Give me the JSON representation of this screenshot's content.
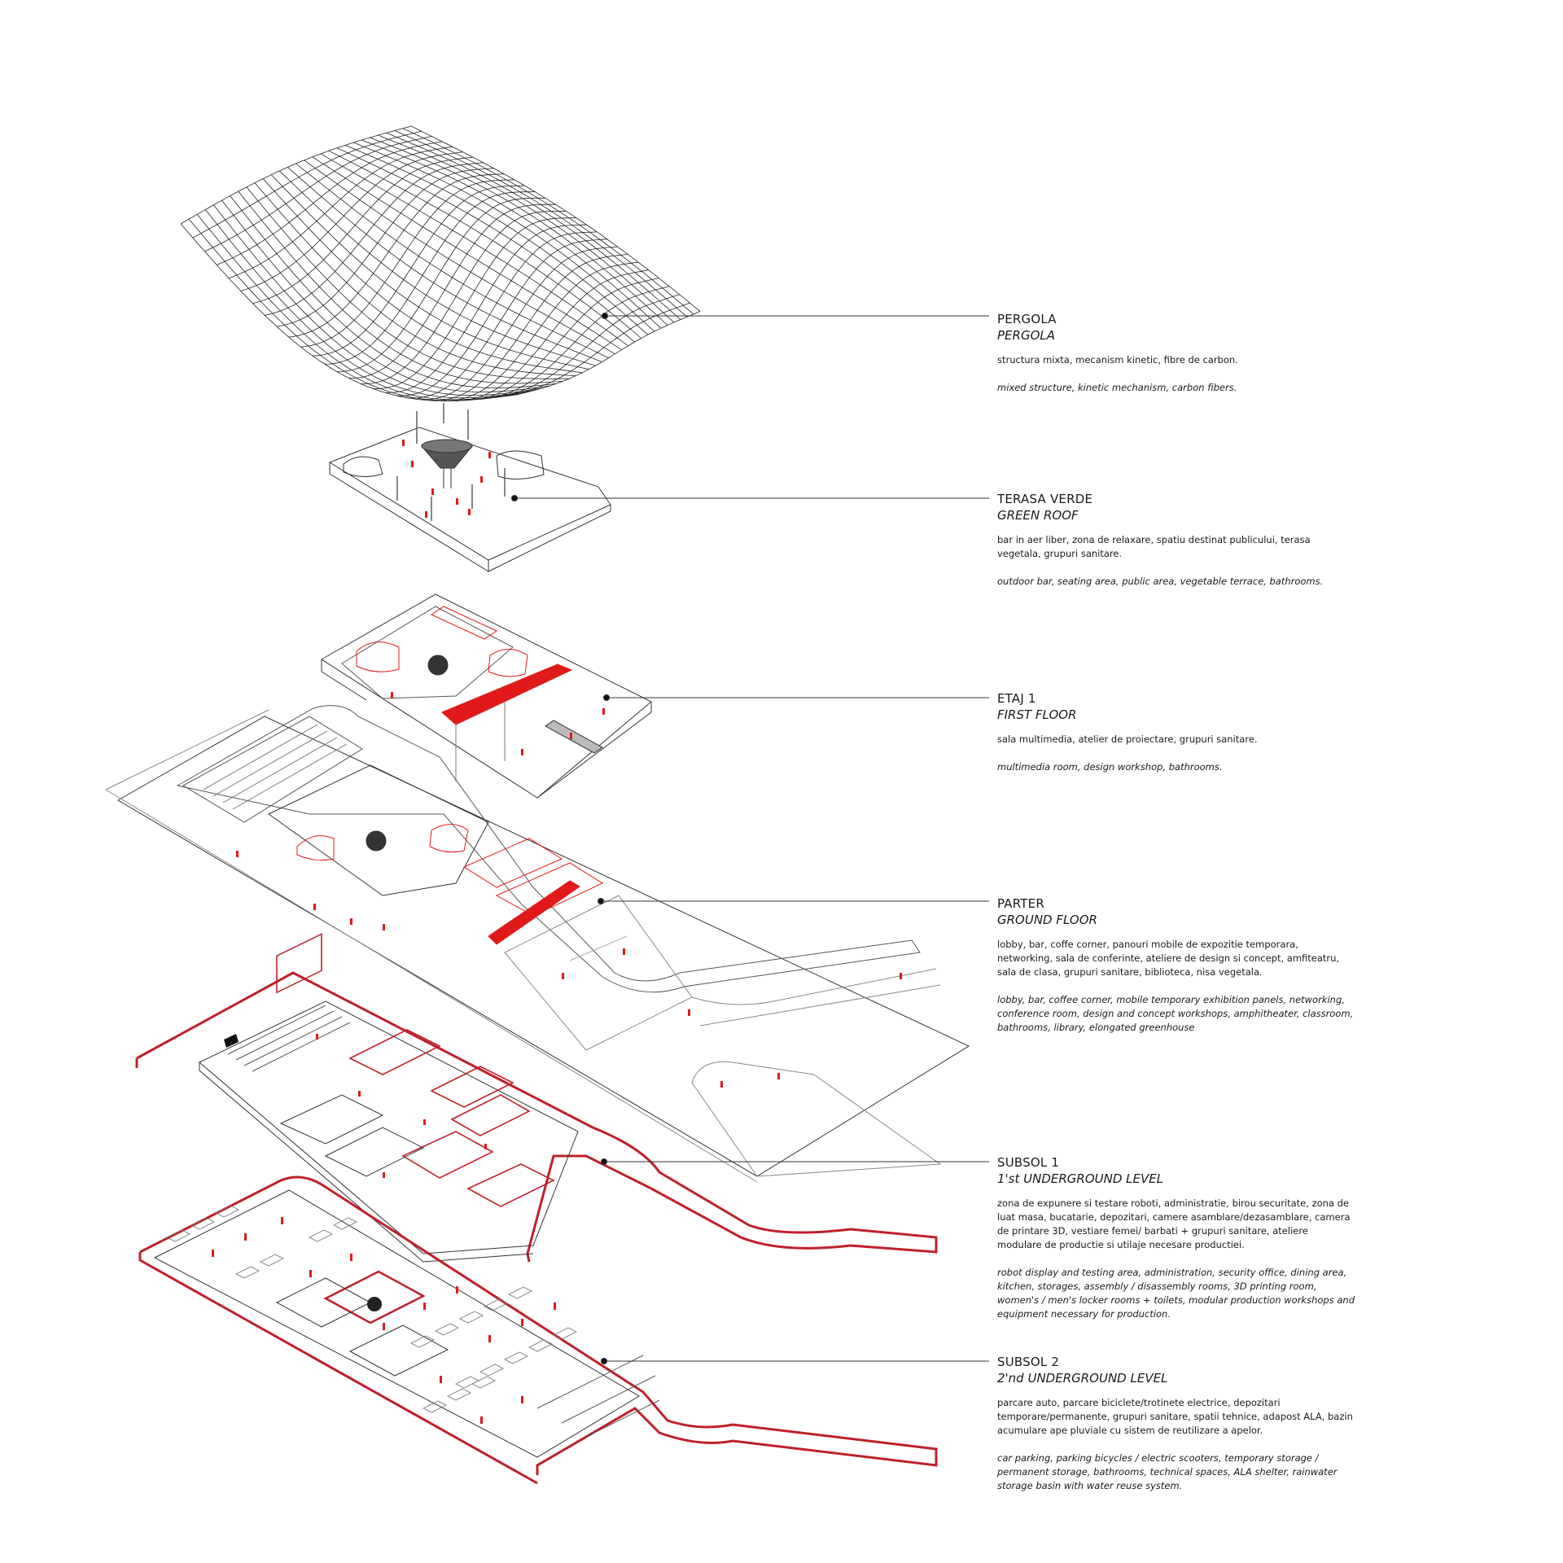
{
  "colors": {
    "ink": "#1a1a1a",
    "accent": "#e01a1a",
    "line": "#555555"
  },
  "levels": [
    {
      "title": "PERGOLA",
      "title_en": "PERGOLA",
      "desc_ro": "structura mixta, mecanism kinetic, fibre de carbon.",
      "desc_en": "mixed structure, kinetic mechanism, carbon fibers."
    },
    {
      "title": "TERASA VERDE",
      "title_en": "GREEN ROOF",
      "desc_ro": "bar in aer liber, zona de relaxare, spatiu destinat publicului, terasa vegetala, grupuri sanitare.",
      "desc_en": "outdoor bar, seating area, public area, vegetable terrace, bathrooms."
    },
    {
      "title": "ETAJ 1",
      "title_en": "FIRST FLOOR",
      "desc_ro": "sala multimedia, atelier de proiectare, grupuri sanitare.",
      "desc_en": "multimedia room, design workshop, bathrooms."
    },
    {
      "title": "PARTER",
      "title_en": "GROUND FLOOR",
      "desc_ro": "lobby, bar, coffe corner, panouri mobile de expozitie temporara, networking, sala de conferinte, ateliere de design si concept, amfiteatru, sala de clasa, grupuri sanitare, biblioteca, nisa vegetala.",
      "desc_en": "lobby, bar, coffee corner, mobile temporary exhibition panels, networking, conference room, design and concept workshops, amphitheater, classroom, bathrooms, library, elongated greenhouse"
    },
    {
      "title": "SUBSOL 1",
      "title_en": "1'st UNDERGROUND LEVEL",
      "desc_ro": "zona de expunere si testare roboti, administratie, birou securitate, zona de luat masa, bucatarie, depozitari, camere asamblare/dezasamblare, camera de printare 3D, vestiare femei/ barbati + grupuri sanitare, ateliere modulare de productie si utilaje necesare productiei.",
      "desc_en": "robot display and testing area, administration, security office, dining area, kitchen, storages, assembly / disassembly rooms, 3D printing room, women's / men's locker rooms + toilets, modular production workshops and equipment necessary for production."
    },
    {
      "title": "SUBSOL 2",
      "title_en": "2'nd UNDERGROUND LEVEL",
      "desc_ro": "parcare auto, parcare biciclete/trotinete electrice, depozitari temporare/permanente, grupuri sanitare, spatii tehnice, adapost ALA, bazin acumulare ape pluviale cu sistem de reutilizare a apelor.",
      "desc_en": "car parking, parking bicycles / electric scooters, temporary storage / permanent storage, bathrooms, technical spaces, ALA shelter, rainwater storage basin with water reuse system."
    }
  ]
}
